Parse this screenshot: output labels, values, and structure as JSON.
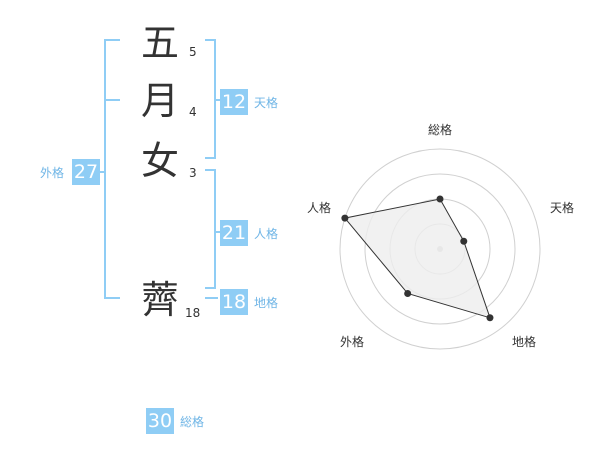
{
  "name": {
    "chars": [
      {
        "char": "五",
        "strokes": "5"
      },
      {
        "char": "月",
        "strokes": "4"
      },
      {
        "char": "女",
        "strokes": "3"
      },
      {
        "char": "薺",
        "strokes": "18"
      }
    ]
  },
  "fortunes": {
    "tenkaku": {
      "value": "12",
      "label": "天格"
    },
    "jinkaku": {
      "value": "21",
      "label": "人格"
    },
    "chikaku": {
      "value": "18",
      "label": "地格"
    },
    "gaikaku": {
      "value": "27",
      "label": "外格"
    },
    "soukaku": {
      "value": "30",
      "label": "総格"
    }
  },
  "colors": {
    "accent": "#8fcdf5",
    "bracket": "#8fcdf5",
    "text": "#333333",
    "radar_fill": "#eeeeee"
  },
  "chart_data": {
    "type": "radar",
    "axes": [
      "総格",
      "天格",
      "地格",
      "外格",
      "人格"
    ],
    "levels": 4,
    "series": [
      {
        "values": [
          0.5,
          0.25,
          0.85,
          0.55,
          1.0
        ]
      }
    ]
  }
}
